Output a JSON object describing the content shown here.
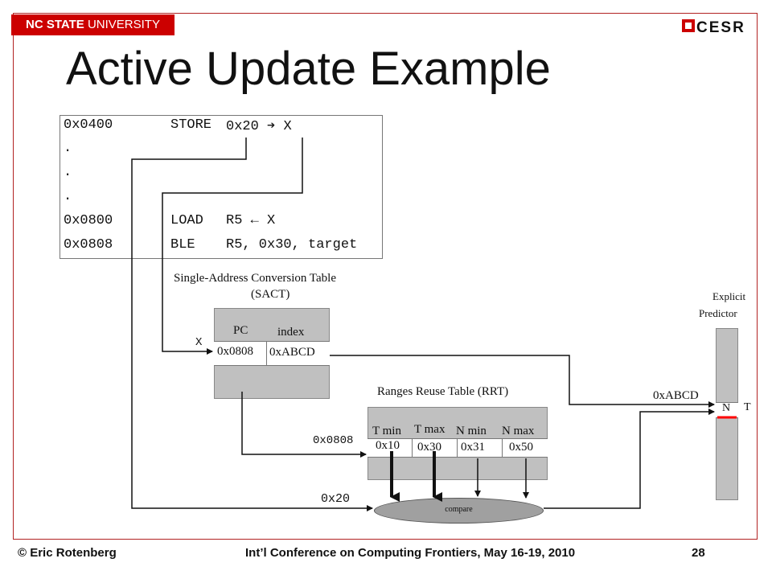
{
  "header": {
    "ncsu_bold": "NC STATE",
    "ncsu_rest": " UNIVERSITY",
    "cesr_logo": "CESR",
    "title": "Active Update Example"
  },
  "code": [
    {
      "addr": "0x0400",
      "op": "STORE",
      "args": "0x20 ➔ X"
    },
    {
      "addr": ".",
      "op": "",
      "args": ""
    },
    {
      "addr": ".",
      "op": "",
      "args": ""
    },
    {
      "addr": ".",
      "op": "",
      "args": ""
    },
    {
      "addr": "0x0800",
      "op": "LOAD",
      "args": "R5 ← X"
    },
    {
      "addr": "0x0808",
      "op": "BLE",
      "args": "R5, 0x30, target"
    }
  ],
  "sact": {
    "title_line1": "Single-Address Conversion Table",
    "title_line2": "(SACT)",
    "col_pc": "PC",
    "col_index": "index",
    "pc_value": "0x0808",
    "index_value": "0xABCD",
    "input_label": "X"
  },
  "rrt": {
    "title": "Ranges Reuse Table (RRT)",
    "headers": [
      "T min",
      "T max",
      "N min",
      "N max"
    ],
    "values": [
      "0x10",
      "0x30",
      "0x31",
      "0x50"
    ],
    "input_label": "0x0808"
  },
  "compare": {
    "label": "compare",
    "input_label": "0x20"
  },
  "predictor": {
    "title_line1": "Explicit",
    "title_line2": "Predictor",
    "index_label": "0xABCD",
    "entry": "N",
    "side_label": "T"
  },
  "footer": {
    "author": "© Eric Rotenberg",
    "conference": "Int’l Conference on Computing Frontiers, May 16-19, 2010",
    "page": "28"
  },
  "colors": {
    "brand_red": "#cc0000",
    "table_gray": "#c0c0c0",
    "ellipse_gray": "#a0a0a0"
  }
}
